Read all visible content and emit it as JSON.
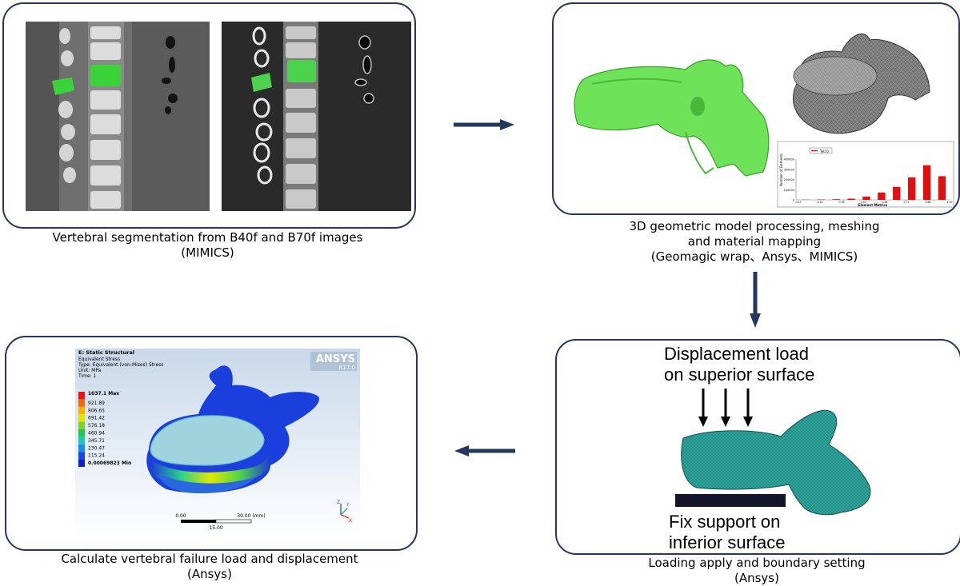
{
  "captions": {
    "p1": {
      "line1": "Vertebral segmentation from B40f and B70f images",
      "line2": "(MIMICS)"
    },
    "p2": {
      "line1": "3D geometric model processing, meshing",
      "line2": "and material mapping",
      "line3": "(Geomagic wrap、Ansys、MIMICS)"
    },
    "p3": {
      "line1": "Calculate vertebral failure load and displacement",
      "line2": "(Ansys)"
    },
    "p4": {
      "line1": "Loading apply and boundary setting",
      "line2": "(Ansys)"
    }
  },
  "loading": {
    "top_line1": "Displacement load",
    "top_line2": "on superior surface",
    "bottom_line1": "Fix support on",
    "bottom_line2": "inferior surface"
  },
  "ansys": {
    "title": "E: Static Structural",
    "line1": "Equivalent Stress",
    "line2": "Type: Equivalent (von-Mises) Stress",
    "line3": "Unit: MPa",
    "line4": "Time: 1",
    "logo": "ANSYS",
    "version": "R17.0",
    "legend": [
      "1037.1 Max",
      "921.89",
      "806.65",
      "691.42",
      "576.18",
      "460.94",
      "345.71",
      "230.47",
      "115.24",
      "0.00069823 Min"
    ],
    "legend_colors": [
      "#e8141a",
      "#f06b10",
      "#f4b400",
      "#dfe800",
      "#7fd321",
      "#22c45a",
      "#22c4b6",
      "#1b8fe8",
      "#1747e6",
      "#1020c8"
    ],
    "scale_left": "0.00",
    "scale_right": "30.00 (mm)",
    "scale_mid": "15.00",
    "axes": {
      "z": "Z",
      "y": "Y",
      "x": "X"
    }
  },
  "histogram": {
    "legend": "Tet10",
    "ylabel": "Number of Elements",
    "xlabel": "Element Metrics",
    "yticks": [
      "400000",
      "300000",
      "200000",
      "100000",
      "0"
    ],
    "xticks": [
      "0.15",
      "0.22",
      "0.36",
      "0.50",
      "0.64",
      "0.72",
      "0.88",
      "1.00"
    ],
    "values": [
      0.005,
      0.01,
      0.015,
      0.03,
      0.08,
      0.18,
      0.32,
      0.55,
      0.85,
      0.58
    ],
    "bar_color": "#e01010"
  }
}
